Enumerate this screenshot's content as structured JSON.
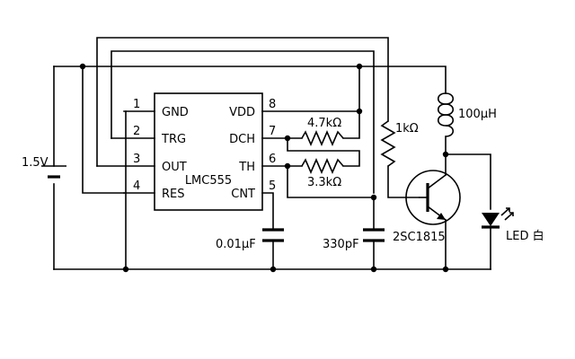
{
  "ic": {
    "name": "LMC555",
    "pins": {
      "p1": {
        "num": "1",
        "label": "GND"
      },
      "p2": {
        "num": "2",
        "label": "TRG"
      },
      "p3": {
        "num": "3",
        "label": "OUT"
      },
      "p4": {
        "num": "4",
        "label": "RES"
      },
      "p5": {
        "num": "5",
        "label": "CNT"
      },
      "p6": {
        "num": "6",
        "label": "TH"
      },
      "p7": {
        "num": "7",
        "label": "DCH"
      },
      "p8": {
        "num": "8",
        "label": "VDD"
      }
    }
  },
  "battery": {
    "label": "1.5V"
  },
  "resistors": {
    "r_top": "4.7kΩ",
    "r_bottom": "3.3kΩ",
    "r_base": "1kΩ"
  },
  "capacitors": {
    "c_cnt": "0.01μF",
    "c_timing": "330pF"
  },
  "inductor": {
    "label": "100μH"
  },
  "transistor": {
    "label": "2SC1815"
  },
  "led": {
    "label": "LED 白"
  }
}
